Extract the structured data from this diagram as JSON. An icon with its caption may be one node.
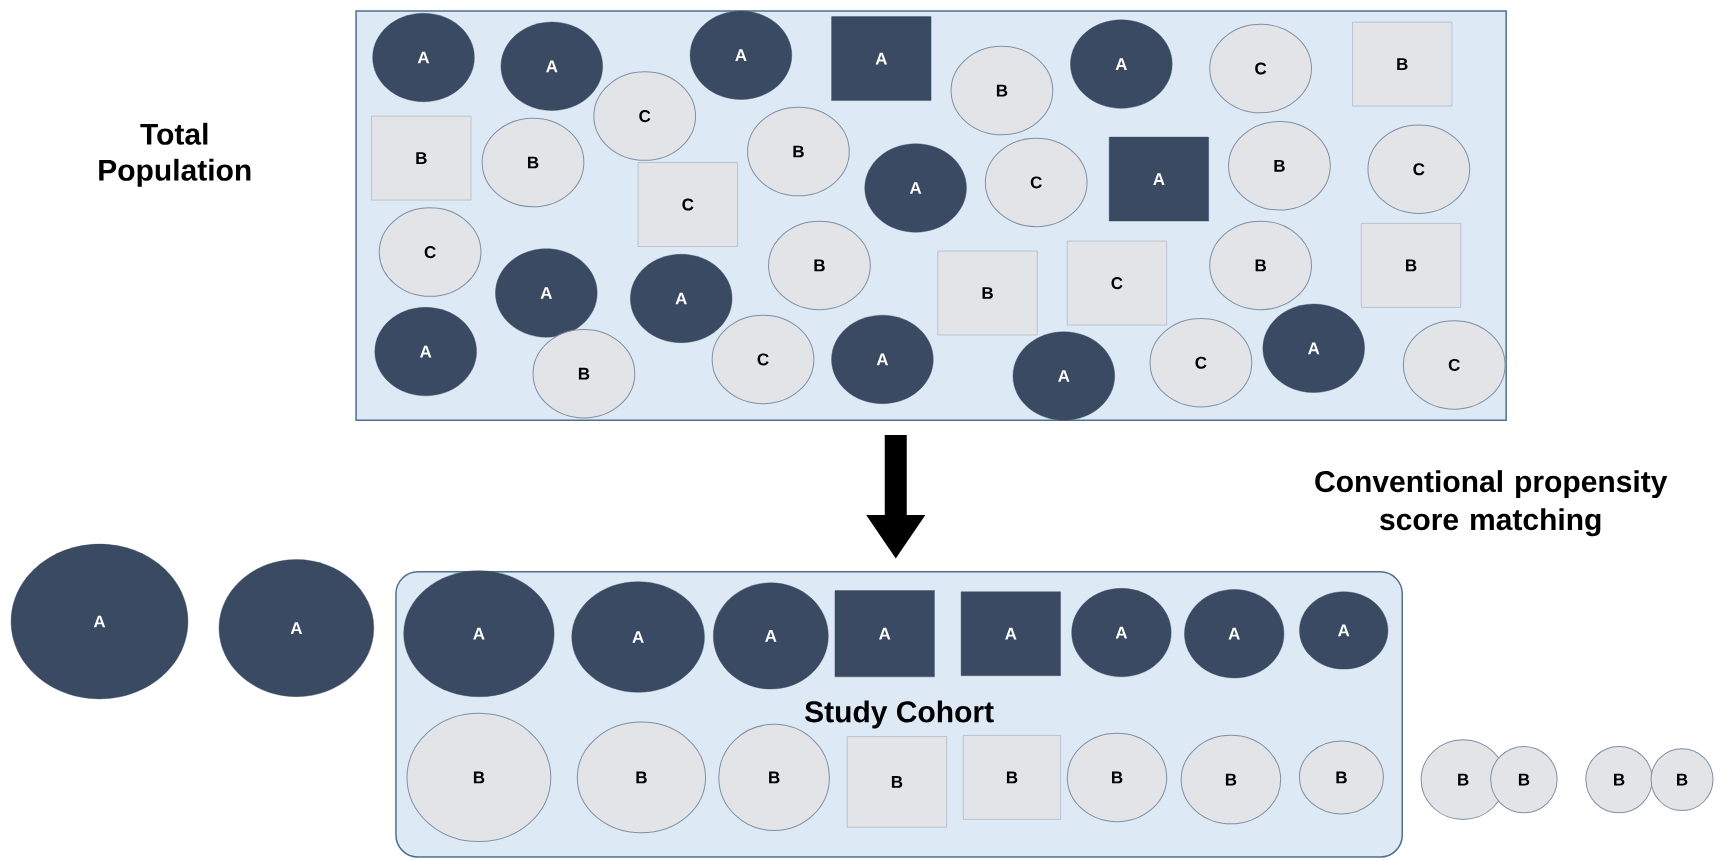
{
  "diagram": {
    "nodes": [
      {
        "text": [],
        "shape": "box",
        "beside": [
          "Total Population"
        ]
      },
      {
        "text": [
          "A"
        ],
        "in": 0
      },
      {
        "text": [
          "A"
        ],
        "in": 0
      },
      {
        "text": [
          "A"
        ],
        "in": 0
      },
      {
        "text": [
          "A"
        ],
        "in": 0
      },
      {
        "text": [
          "B"
        ],
        "in": 0
      },
      {
        "text": [
          "A"
        ],
        "in": 0
      },
      {
        "text": [
          "C"
        ],
        "in": 0
      },
      {
        "text": [
          "B"
        ],
        "in": 0
      },
      {
        "text": [
          "C"
        ],
        "in": 0
      },
      {
        "text": [
          "B"
        ],
        "in": 0
      },
      {
        "text": [
          "B"
        ],
        "in": 0
      },
      {
        "text": [
          "B"
        ],
        "in": 0
      },
      {
        "text": [
          "C"
        ],
        "in": 0
      },
      {
        "text": [
          "A"
        ],
        "in": 0
      },
      {
        "text": [
          "C"
        ],
        "in": 0
      },
      {
        "text": [
          "A"
        ],
        "in": 0
      },
      {
        "text": [
          "B"
        ],
        "in": 0
      },
      {
        "text": [
          "C"
        ],
        "in": 0
      },
      {
        "text": [
          "C"
        ],
        "in": 0
      },
      {
        "text": [
          "A"
        ],
        "in": 0
      },
      {
        "text": [
          "B"
        ],
        "in": 0
      },
      {
        "text": [
          "A"
        ],
        "in": 0
      },
      {
        "text": [
          "B"
        ],
        "in": 0
      },
      {
        "text": [
          "C"
        ],
        "in": 0
      },
      {
        "text": [
          "B"
        ],
        "in": 0
      },
      {
        "text": [
          "B"
        ],
        "in": 0
      },
      {
        "text": [
          "A"
        ],
        "in": 0
      },
      {
        "text": [
          "B"
        ],
        "in": 0
      },
      {
        "text": [
          "C"
        ],
        "in": 0
      },
      {
        "text": [
          "A"
        ],
        "in": 0
      },
      {
        "text": [
          "A"
        ],
        "in": 0
      },
      {
        "text": [
          "C"
        ],
        "in": 0
      },
      {
        "text": [
          "A"
        ],
        "in": 0
      },
      {
        "text": [
          "C"
        ],
        "in": 0
      },
      {
        "text": [
          "A"
        ]
      },
      {
        "text": [
          "A"
        ]
      },
      {
        "text": [
          "Study Cohort"
        ]
      },
      {
        "text": [
          "A"
        ],
        "in": 37
      },
      {
        "text": [
          "A"
        ],
        "in": 37
      },
      {
        "text": [
          "A"
        ],
        "in": 37
      },
      {
        "text": [
          "A"
        ],
        "in": 37
      },
      {
        "text": [
          "A"
        ],
        "in": 37
      },
      {
        "text": [
          "A"
        ],
        "in": 37
      },
      {
        "text": [
          "A"
        ],
        "in": 37
      },
      {
        "text": [
          "A"
        ],
        "in": 37
      },
      {
        "text": [
          "B"
        ],
        "in": 37
      },
      {
        "text": [
          "B"
        ],
        "in": 37
      },
      {
        "text": [
          "B"
        ],
        "in": 37
      },
      {
        "text": [
          "B"
        ],
        "in": 37
      },
      {
        "text": [
          "B"
        ],
        "in": 37
      },
      {
        "text": [
          "B"
        ],
        "in": 37
      },
      {
        "text": [
          "B"
        ],
        "in": 37
      },
      {
        "text": [
          "B"
        ],
        "in": 37
      },
      {
        "text": [
          "B"
        ]
      },
      {
        "text": [
          "B"
        ]
      },
      {
        "text": [
          "B"
        ]
      },
      {
        "text": [
          "B"
        ]
      }
    ],
    "edges": [
      {
        "from": 0,
        "to": 37,
        "arrow": "to"
      }
    ],
    "labels": [
      "Conventional propensity score matching"
    ]
  }
}
